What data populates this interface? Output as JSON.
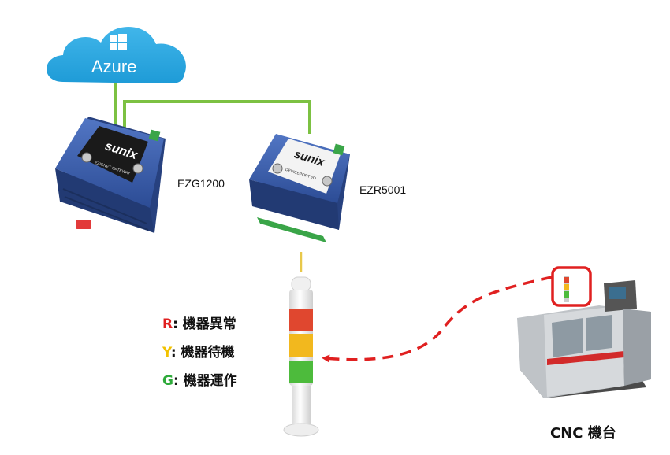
{
  "cloud": {
    "label": "Azure",
    "color": "#29a8e0"
  },
  "devices": [
    {
      "id": "gateway",
      "label": "EZG1200",
      "brand": "sunix",
      "sub": "EZIGNET GATEWAY"
    },
    {
      "id": "io",
      "label": "EZR5001",
      "brand": "sunix",
      "sub": "DEVICEPORT I/O"
    }
  ],
  "legend": [
    {
      "key": "R",
      "text": ": 機器異常",
      "color": "#e02020"
    },
    {
      "key": "Y",
      "text": ": 機器待機",
      "color": "#f2c200"
    },
    {
      "key": "G",
      "text": ": 機器運作",
      "color": "#2eaa3a"
    }
  ],
  "machine": {
    "label": "CNC 機台"
  },
  "colors": {
    "link": "#7cc142",
    "signal": "#e8c84a",
    "arrow": "#e02020",
    "device_blue": "#2e4f9a",
    "highlight": "#e02020"
  }
}
